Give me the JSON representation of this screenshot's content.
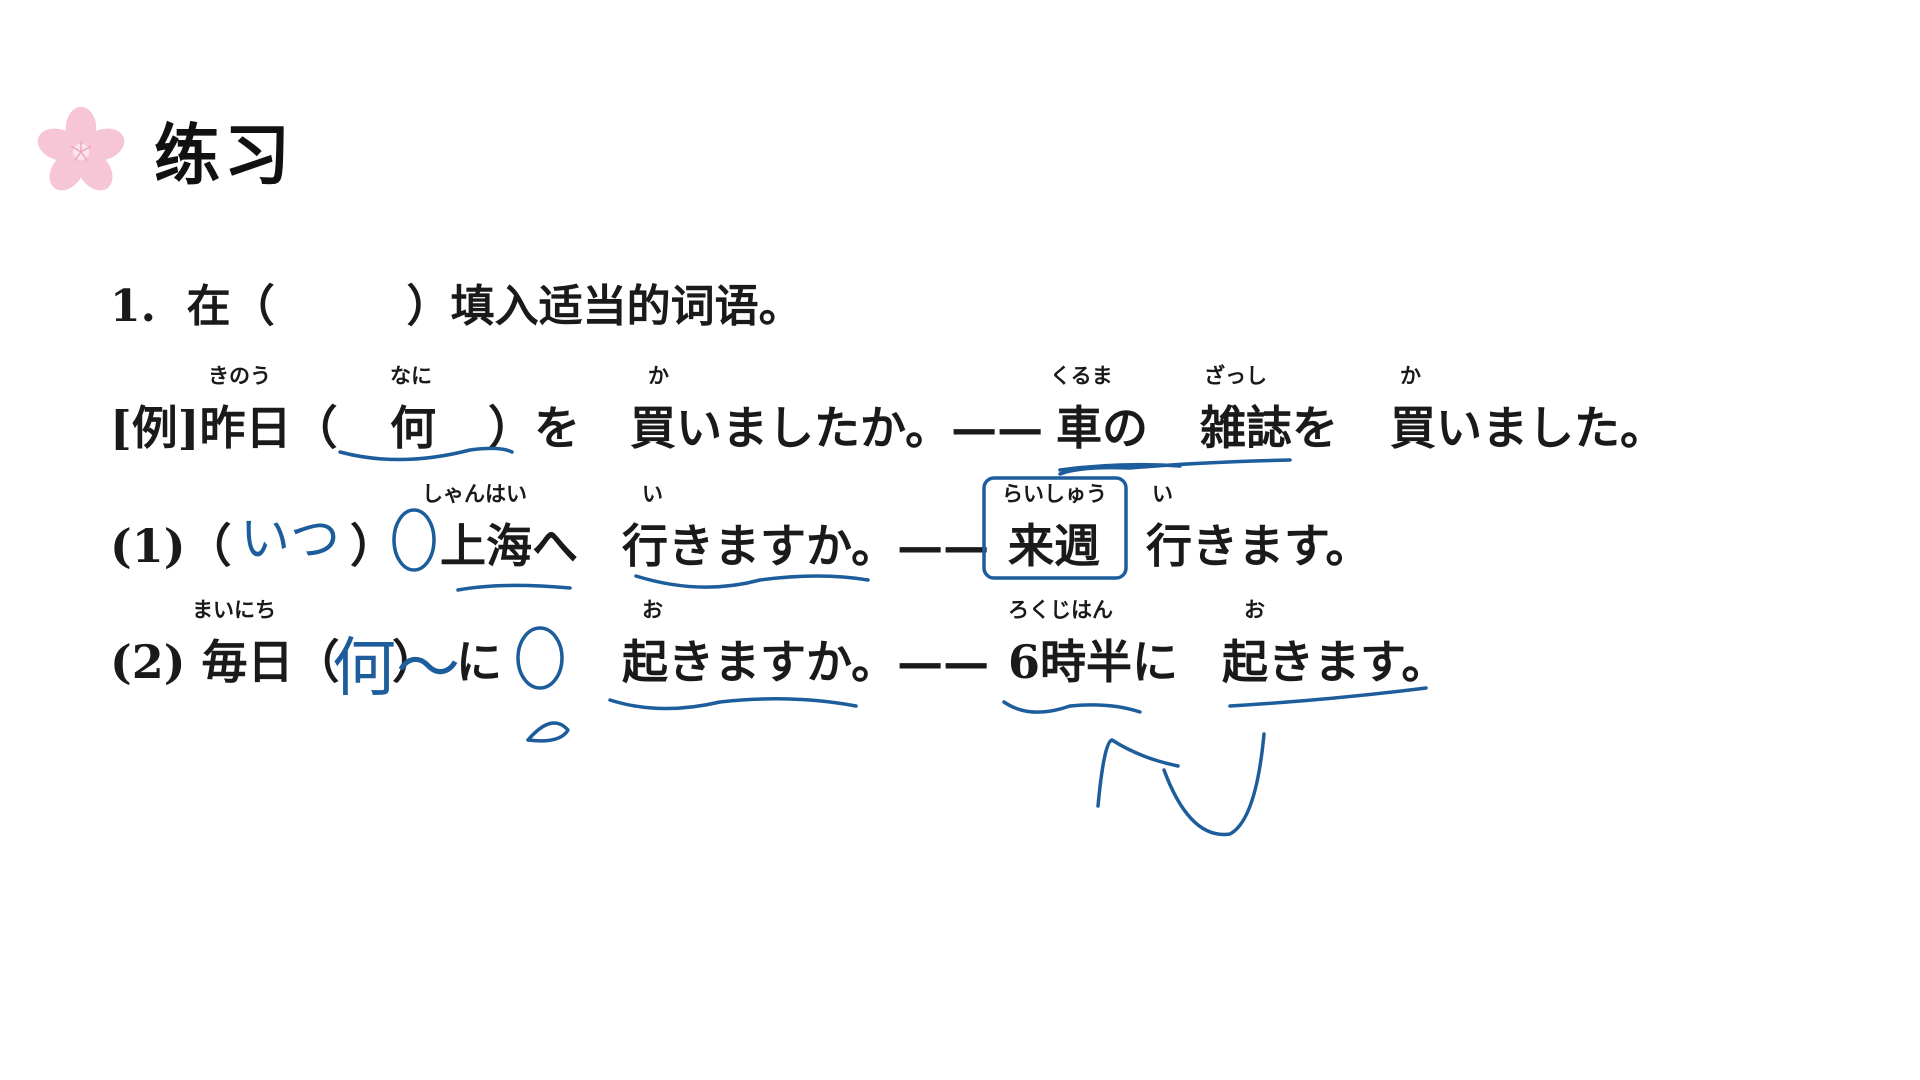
{
  "title": "练习",
  "instruction": "1.  在（　　　）填入适当的词语。",
  "example": {
    "label": "[例]昨日（",
    "ruby_kinou": "きのう",
    "answer": "何",
    "ruby_nani": "なに",
    "close": "）を",
    "verb1": "買いましたか。——",
    "ruby_ka1": "か",
    "kuruma": "車の",
    "ruby_kuruma": "くるま",
    "zasshi": "雑誌を",
    "ruby_zasshi": "ざっし",
    "verb2": "買いました。",
    "ruby_ka2": "か"
  },
  "q1": {
    "label": "(1)（",
    "handwritten_answer": "いつ",
    "close": "）",
    "place": "上海へ",
    "ruby_place": "しゃんはい",
    "verb1": "行きますか。——",
    "ruby_i1": "い",
    "time": "来週",
    "ruby_time": "らいしゅう",
    "verb2": "行きます。",
    "ruby_i2": "い"
  },
  "q2": {
    "label": "(2) 毎日（",
    "ruby_mainichi": "まいにち",
    "handwritten_answer": "何〜",
    "close": "）",
    "particle": "に",
    "verb1": "起きますか。——",
    "ruby_o1": "お",
    "time": "6時半に",
    "ruby_time": "ろくじはん",
    "verb2": "起きます。",
    "ruby_o2": "お"
  },
  "colors": {
    "ink": "#1d5d9b",
    "flower": "#f6c6d6",
    "text": "#1a1a1a"
  }
}
